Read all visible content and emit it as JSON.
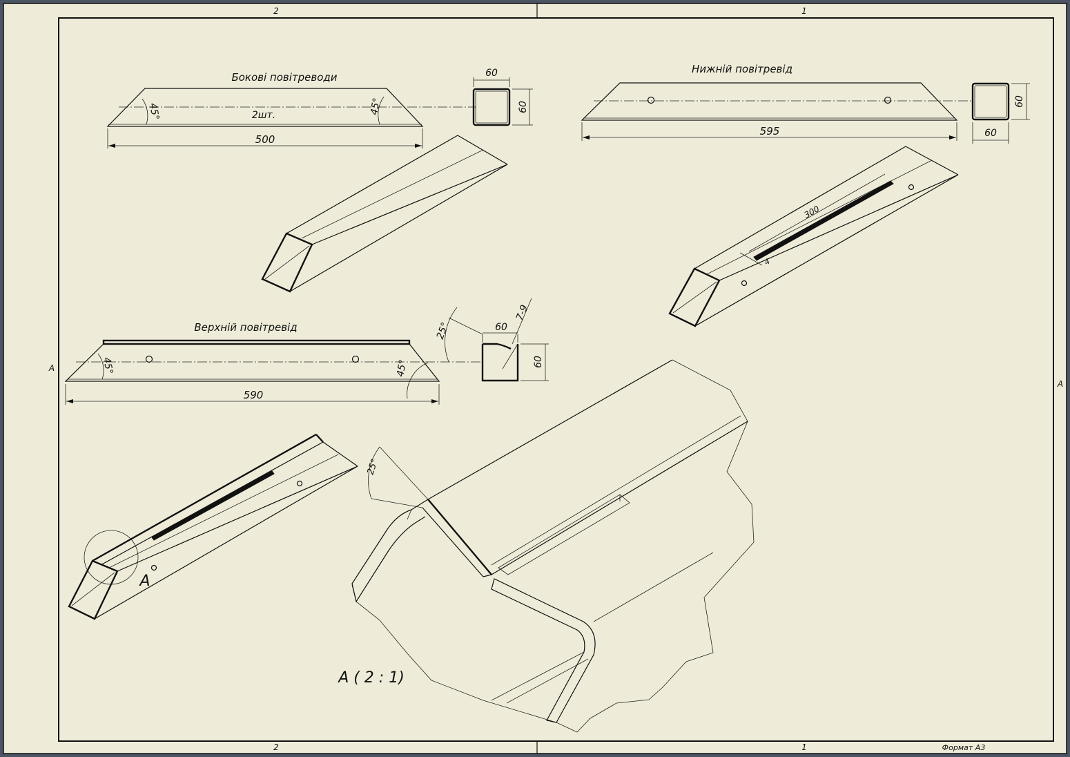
{
  "border": {
    "zones_top": [
      "2",
      "1"
    ],
    "zones_bottom": [
      "2",
      "1"
    ],
    "zones_side": [
      "A",
      "A"
    ],
    "format_label": "Формат А3"
  },
  "side_ducts": {
    "title": "Бокові повітреводи",
    "quantity": "2шт.",
    "length": "500",
    "angle_left": "45°",
    "angle_right": "45°",
    "section_width": "60",
    "section_height": "60"
  },
  "bottom_duct": {
    "title": "Нижній повітревід",
    "length": "595",
    "section_width": "60",
    "section_height": "60",
    "slot_length": "300",
    "slot_width": "4"
  },
  "top_duct": {
    "title": "Верхній повітревід",
    "length": "590",
    "angle_left": "45°",
    "angle_right": "45°",
    "section_width": "60",
    "section_height": "60",
    "lip_angle": "25°",
    "lip_size": "7-9"
  },
  "detail": {
    "marker": "A",
    "title": "A ( 2 : 1)",
    "angle": "25°"
  },
  "colors": {
    "paper": "#eeecd8",
    "frame_bg": "#4b5563",
    "line": "#111111"
  }
}
